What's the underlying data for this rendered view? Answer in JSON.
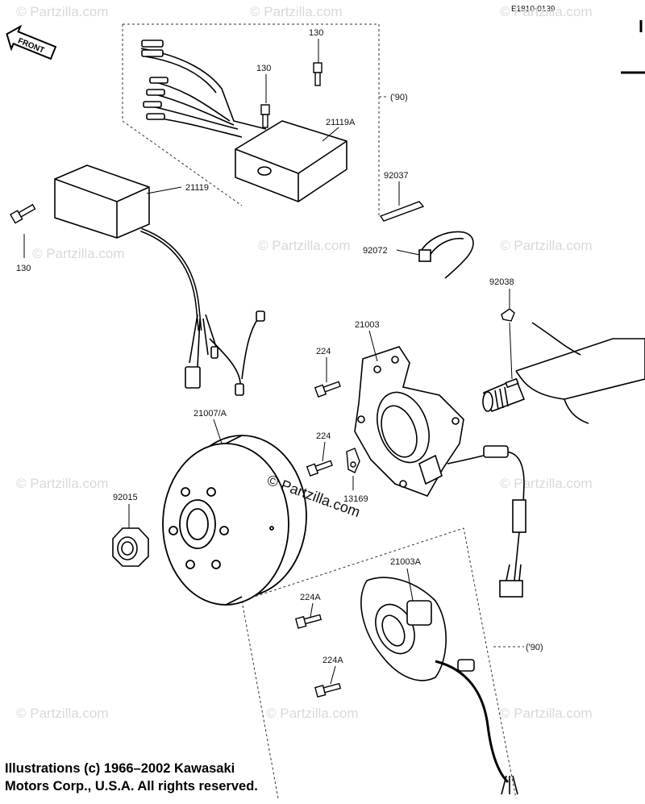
{
  "diagram_code": "E1810-0139",
  "front_label": "FRONT",
  "watermark": "© Partzilla.com",
  "center_watermark": "© Partzilla.com",
  "parts": {
    "screw_130_top": "130",
    "screw_130_mid": "130",
    "screw_130_left": "130",
    "year_90_top": "('90)",
    "cdi_21119a": "21119A",
    "cdi_21119": "21119",
    "plate_92037": "92037",
    "clamp_92072": "92072",
    "key_92038": "92038",
    "stator_21003": "21003",
    "screw_224_top": "224",
    "screw_224_mid": "224",
    "flywheel_21007": "21007/A",
    "nut_92015": "92015",
    "clamp_13169": "13169",
    "stator_21003a": "21003A",
    "screw_224a_top": "224A",
    "screw_224a_bottom": "224A",
    "year_90_bottom": "('90)"
  },
  "copyright": {
    "line1": "Illustrations (c) 1966–2002 Kawasaki",
    "line2": "Motors Corp., U.S.A.  All rights reserved."
  }
}
